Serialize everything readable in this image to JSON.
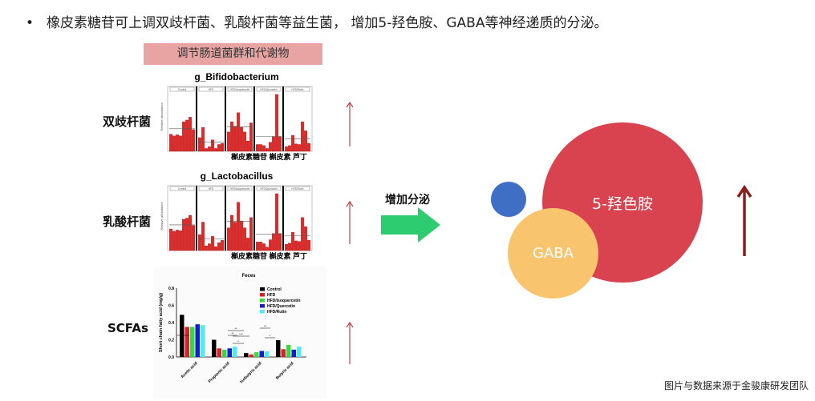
{
  "bullet": "橡皮素糖苷可上调双歧杆菌、乳酸杆菌等益生菌， 增加5-羟色胺、GABA等神经递质的分泌。",
  "banner": "调节肠道菌群和代谢物",
  "labels": {
    "bifido": "双歧杆菌",
    "lacto": "乳酸杆菌",
    "scfa": "SCFAs"
  },
  "arrow_label": "增加分泌",
  "circles": {
    "serotonin": "5-羟色胺",
    "gaba": "GABA"
  },
  "footer": "图片与数据来源于金骏康研发团队",
  "colors": {
    "red_circle": "#d9434f",
    "gaba": "#f8c56e",
    "blue": "#3f6fc4",
    "green_arrow": "#2ecc71",
    "dark_arrow": "#8b1e1e"
  },
  "chart_data": [
    {
      "type": "bar",
      "title": "g_Bifidobacterium",
      "ylabel": "Relative abundance",
      "annotation": "槲皮素糖苷 槲皮素  芦丁",
      "categories": [
        "Control",
        "HFD",
        "HFD/Isoquercetin",
        "HFD/Quercetin",
        "HFD/Rutin"
      ],
      "series": [
        [
          0.3,
          0.27,
          0.29,
          0.27,
          0.52,
          0.55,
          0.6,
          0.38
        ],
        [
          0.24,
          0.42,
          0.05,
          0.08,
          0.2,
          0.05,
          0.12,
          0.14
        ],
        [
          0.34,
          0.52,
          0.44,
          0.68,
          0.42,
          0.34,
          0.18,
          0.5
        ],
        [
          0.12,
          0.12,
          0.1,
          0.05,
          0.16,
          0.26,
          1.0,
          0.26
        ],
        [
          0.08,
          0.1,
          0.28,
          0.13,
          0.12,
          0.52,
          0.36,
          0.14
        ]
      ],
      "ylim": [
        0,
        1
      ]
    },
    {
      "type": "bar",
      "title": "g_Lactobacillus",
      "ylabel": "Relative abundance",
      "annotation": "槲皮素糖苷 槲皮素  芦丁",
      "categories": [
        "Control",
        "HFD",
        "HFD/Isoquercetin",
        "HFD/Quercetin",
        "HFD/Rutin"
      ],
      "series": [
        [
          0.38,
          0.34,
          0.36,
          0.35,
          0.55,
          0.57,
          0.62,
          0.44
        ],
        [
          0.28,
          0.5,
          0.08,
          0.12,
          0.25,
          0.07,
          0.14,
          0.18
        ],
        [
          0.4,
          0.62,
          0.5,
          0.85,
          0.52,
          0.4,
          0.22,
          0.58
        ],
        [
          0.15,
          0.15,
          0.12,
          0.06,
          0.19,
          0.3,
          1.0,
          0.3
        ],
        [
          0.11,
          0.13,
          0.32,
          0.17,
          0.16,
          0.58,
          0.42,
          0.18
        ]
      ],
      "ylim": [
        0,
        1
      ]
    },
    {
      "type": "bar",
      "title": "Feces",
      "ylabel": "Short chain fatty acid  (mg/g)",
      "ylim": [
        0,
        0.8
      ],
      "yticks": [
        "0.0",
        "0.2",
        "0.4",
        "0.6",
        "0.8"
      ],
      "categories": [
        "Acetic acid",
        "Propionic acid",
        "Isobutyric acid",
        "Butyric acid"
      ],
      "series": [
        {
          "name": "Control",
          "color": "#000000",
          "values": [
            0.49,
            0.2,
            0.045,
            0.195
          ]
        },
        {
          "name": "HFD",
          "color": "#e02020",
          "values": [
            0.35,
            0.1,
            0.03,
            0.09
          ]
        },
        {
          "name": "HFD/Isoquercetin",
          "color": "#33dd33",
          "values": [
            0.35,
            0.085,
            0.055,
            0.14
          ]
        },
        {
          "name": "HFD/Quercetin",
          "color": "#1a1acc",
          "values": [
            0.38,
            0.1,
            0.07,
            0.085
          ]
        },
        {
          "name": "HFD/Rutin",
          "color": "#55e8f0",
          "values": [
            0.37,
            0.12,
            0.065,
            0.12
          ]
        }
      ],
      "significance": [
        "*",
        "**",
        "***",
        "**",
        "*",
        "**",
        "*"
      ]
    }
  ]
}
